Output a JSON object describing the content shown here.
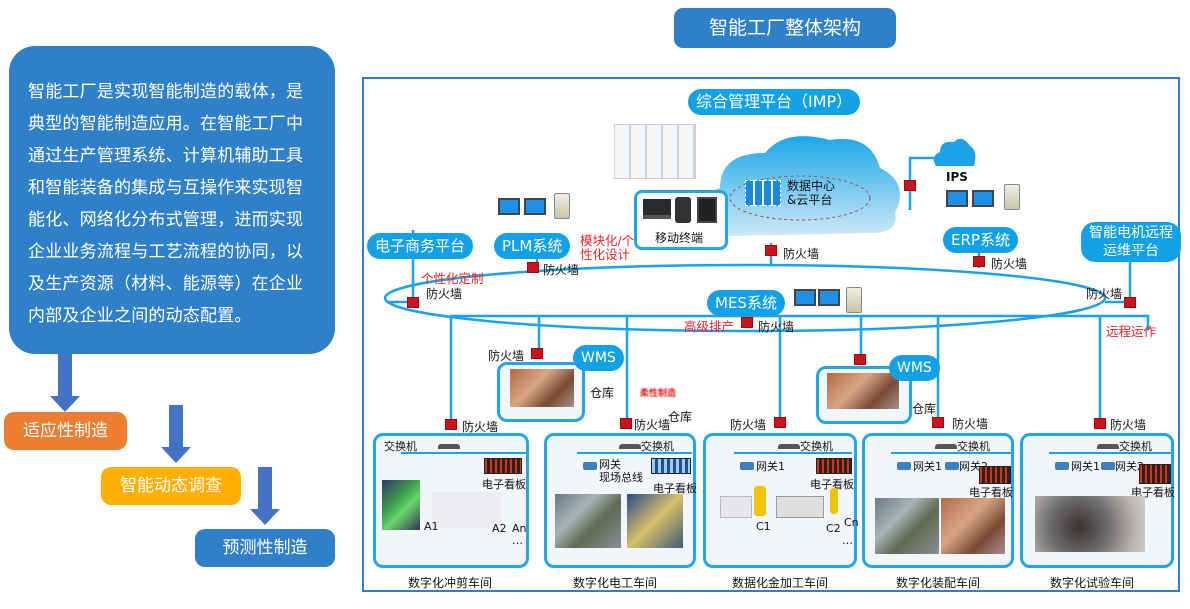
{
  "left_panel": {
    "intro_lines": [
      "智能工厂是实现智能制造的载体，是",
      "典型的智能制造应用。在智能工厂中",
      "通过生产管理系统、计算机辅助工具",
      "和智能装备的集成与互操作来实现智",
      "能化、网络化分布式管理，进而实现",
      "企业业务流程与工艺流程的协同，以",
      "及生产资源（材料、能源等）在企业",
      "内部及企业之间的动态配置。"
    ],
    "stages": [
      {
        "label": "适应性制造",
        "color": "#ed7d31"
      },
      {
        "label": "智能动态调查",
        "color": "#ffb000"
      },
      {
        "label": "预测性制造",
        "color": "#2f80c8"
      }
    ]
  },
  "title": "智能工厂整体架构",
  "diagram": {
    "imp": "综合管理平台（IMP）",
    "cloud_label": [
      "数据中心",
      "&云平台"
    ],
    "mobile_terminal": "移动终端",
    "ips": "IPS",
    "firewall": "防火墙",
    "systems": {
      "ecommerce": "电子商务平台",
      "plm": "PLM系统",
      "erp": "ERP系统",
      "remote_platform": [
        "智能电机远程",
        "运维平台"
      ],
      "mes": "MES系统",
      "wms": "WMS"
    },
    "annotations": {
      "personalized_custom": "个性化定制",
      "modular_design": [
        "模块化/个",
        "性化设计"
      ],
      "advanced_scheduling": "高级排产",
      "remote_operation": "远程运作",
      "blurred_red": "柔性制造"
    },
    "warehouse": "仓库",
    "switch": "交换机",
    "gateway": "网关",
    "gateway1": "网关1",
    "gateway2": "网关2",
    "fieldbus": "现场总线",
    "e_board": "电子看板",
    "workshops": [
      {
        "name": "数字化冲剪车间",
        "units": [
          "A1",
          "A2",
          "An"
        ]
      },
      {
        "name": "数字化电工车间"
      },
      {
        "name": "数据化金加工车间",
        "units": [
          "C1",
          "C2",
          "Cn"
        ]
      },
      {
        "name": "数字化装配车间"
      },
      {
        "name": "数字化试验车间"
      }
    ],
    "ellipsis": "…",
    "colors": {
      "network_line": "#1aa3e8",
      "firewall": "#c8141d",
      "pill": "#12a0e6",
      "frame": "#2f80c8"
    }
  }
}
